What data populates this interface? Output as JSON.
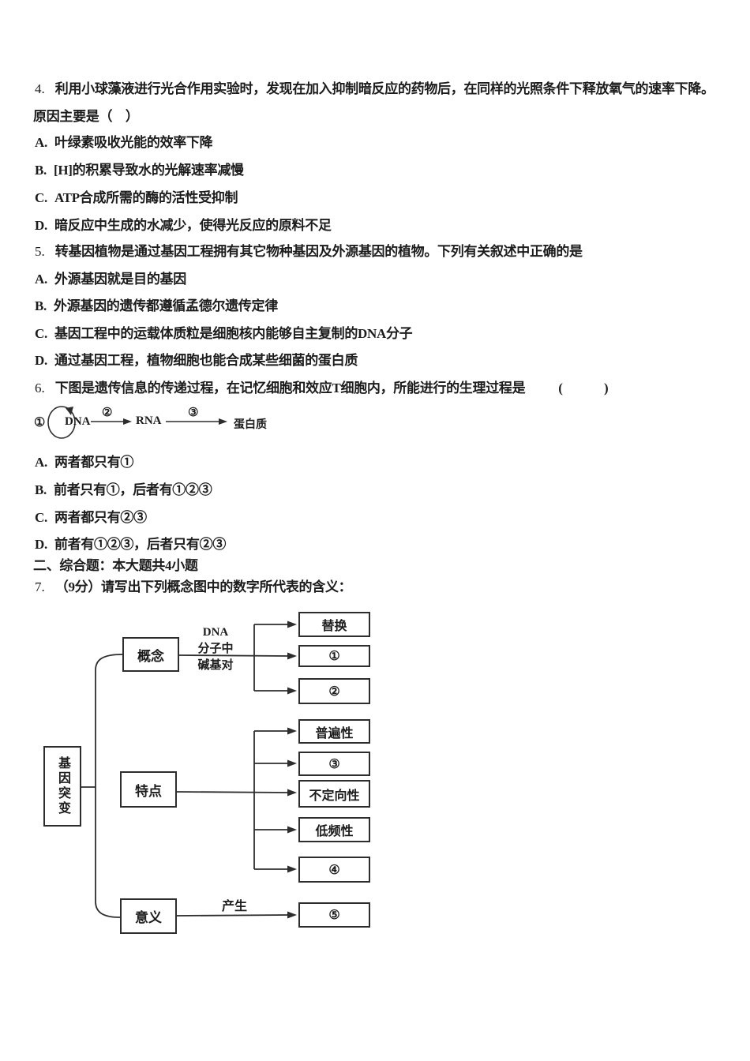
{
  "questions": {
    "q4": {
      "number": "4.",
      "stem_line1": "利用小球藻液进行光合作用实验时，发现在加入抑制暗反应的药物后，在同样的光照条件下释放氧气的速率下降。",
      "stem_line2": "原因主要是（　）",
      "options": [
        {
          "label": "A.",
          "text": "叶绿素吸收光能的效率下降"
        },
        {
          "label": "B.",
          "text": "[H]的积累导致水的光解速率减慢"
        },
        {
          "label": "C.",
          "text": "ATP合成所需的酶的活性受抑制"
        },
        {
          "label": "D.",
          "text": "暗反应中生成的水减少，使得光反应的原料不足"
        }
      ]
    },
    "q5": {
      "number": "5.",
      "stem": "转基因植物是通过基因工程拥有其它物种基因及外源基因的植物。下列有关叙述中正确的是",
      "options": [
        {
          "label": "A.",
          "text": "外源基因就是目的基因"
        },
        {
          "label": "B.",
          "text": "外源基因的遗传都遵循孟德尔遗传定律"
        },
        {
          "label": "C.",
          "text": "基因工程中的运载体质粒是细胞核内能够自主复制的DNA分子"
        },
        {
          "label": "D.",
          "text": "通过基因工程，植物细胞也能合成某些细菌的蛋白质"
        }
      ]
    },
    "q6": {
      "number": "6.",
      "stem": "下图是遗传信息的传递过程，在记忆细胞和效应T细胞内，所能进行的生理过程是",
      "brackets": "(　　)",
      "diagram": {
        "step1": "①",
        "dna": "DNA",
        "step2": "②",
        "rna": "RNA",
        "step3": "③",
        "protein": "蛋白质"
      },
      "options": [
        {
          "label": "A.",
          "text": "两者都只有①"
        },
        {
          "label": "B.",
          "text": "前者只有①，后者有①②③"
        },
        {
          "label": "C.",
          "text": "两者都只有②③"
        },
        {
          "label": "D.",
          "text": "前者有①②③，后者只有②③"
        }
      ]
    }
  },
  "section2": {
    "header": "二、综合题：本大题共4小题"
  },
  "q7": {
    "number": "7.",
    "stem": "（9分）请写出下列概念图中的数字所代表的含义："
  },
  "concept_map": {
    "root": "基因突变",
    "concept": {
      "label": "概念",
      "edge_line1": "DNA",
      "edge_line2": "分子中",
      "edge_line3": "碱基对",
      "children": [
        "替换",
        "①",
        "②"
      ]
    },
    "feature": {
      "label": "特点",
      "children": [
        "普遍性",
        "③",
        "不定向性",
        "低频性",
        "④"
      ]
    },
    "meaning": {
      "label": "意义",
      "edge_label": "产生",
      "children": [
        "⑤"
      ]
    }
  }
}
